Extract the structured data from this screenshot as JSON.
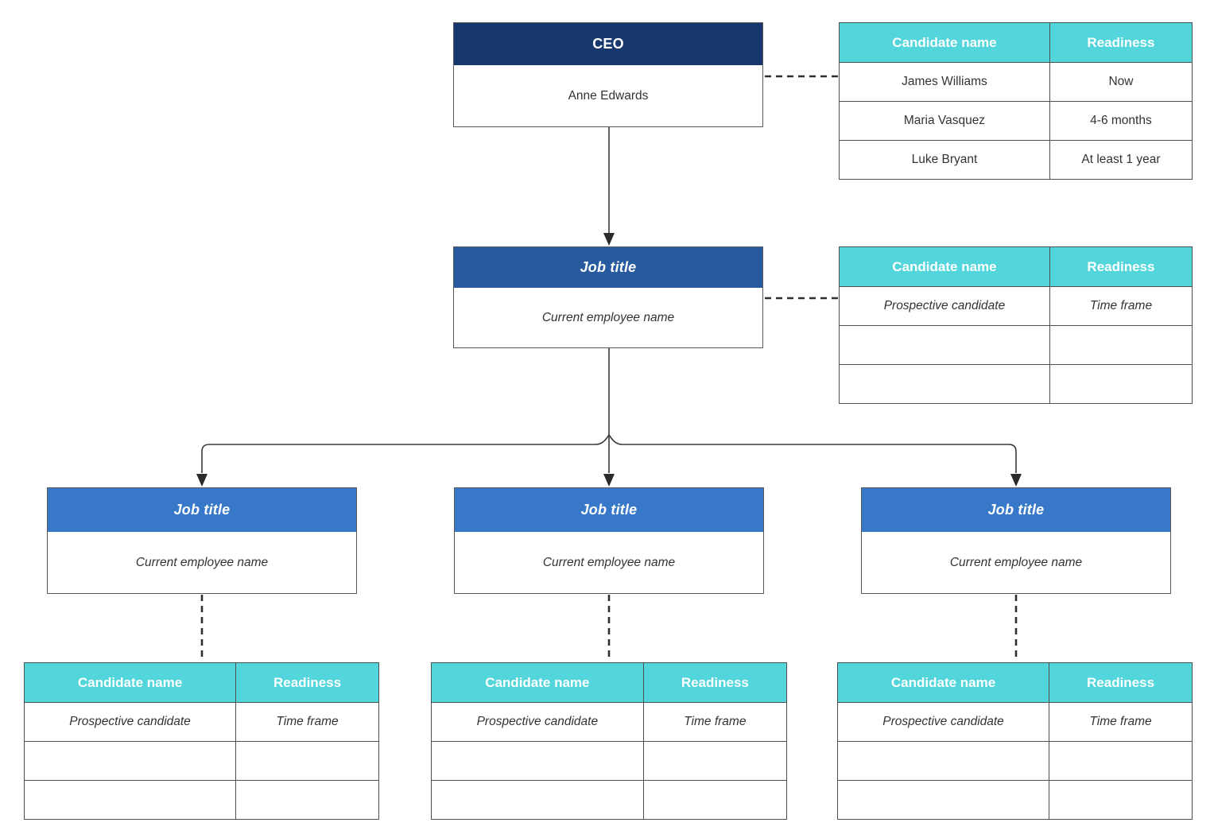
{
  "diagram": {
    "ceo": {
      "title": "CEO",
      "employee": "Anne Edwards"
    },
    "manager": {
      "title": "Job title",
      "employee": "Current employee name"
    },
    "reports": [
      {
        "title": "Job title",
        "employee": "Current employee name"
      },
      {
        "title": "Job title",
        "employee": "Current employee name"
      },
      {
        "title": "Job title",
        "employee": "Current employee name"
      }
    ]
  },
  "table_headers": [
    "Candidate name",
    "Readiness"
  ],
  "tables": {
    "ceo": {
      "rows": [
        [
          "James Williams",
          "Now"
        ],
        [
          "Maria Vasquez",
          "4-6 months"
        ],
        [
          "Luke Bryant",
          "At least 1 year"
        ]
      ]
    },
    "manager": {
      "rows": [
        [
          "Prospective candidate",
          "Time frame"
        ],
        [
          "",
          ""
        ],
        [
          "",
          ""
        ]
      ]
    },
    "report1": {
      "rows": [
        [
          "Prospective candidate",
          "Time frame"
        ],
        [
          "",
          ""
        ],
        [
          "",
          ""
        ]
      ]
    },
    "report2": {
      "rows": [
        [
          "Prospective candidate",
          "Time frame"
        ],
        [
          "",
          ""
        ],
        [
          "",
          ""
        ]
      ]
    },
    "report3": {
      "rows": [
        [
          "Prospective candidate",
          "Time frame"
        ],
        [
          "",
          ""
        ],
        [
          "",
          ""
        ]
      ]
    }
  },
  "colors": {
    "ceo_header": "#17386D",
    "manager_header": "#275A9E",
    "report_header": "#3778C8",
    "table_header": "#52D6DC",
    "border": "#4F4F4F",
    "connector": "#3A3A3A",
    "text": "#333333"
  }
}
